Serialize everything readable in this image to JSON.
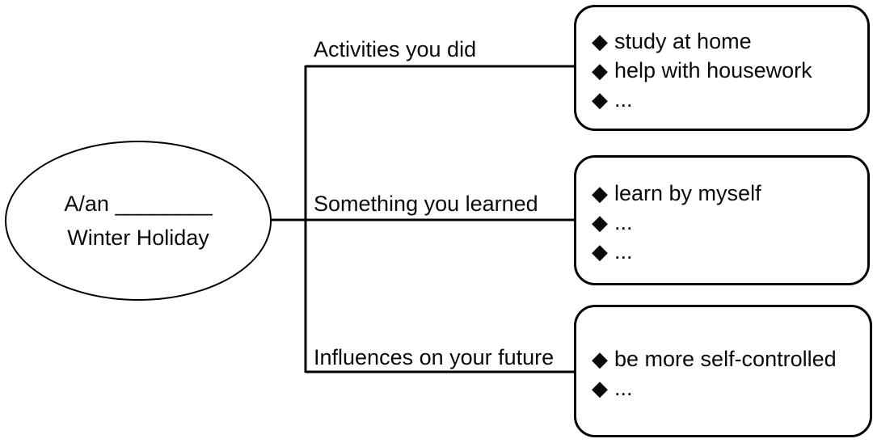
{
  "glyphs": {
    "diamond": "◆"
  },
  "central": {
    "line1": "A/an ________",
    "line2": "Winter Holiday"
  },
  "branches": [
    {
      "label": "Activities you did",
      "items": [
        "study at home",
        "help with housework",
        "..."
      ]
    },
    {
      "label": "Something you learned",
      "items": [
        "learn by myself",
        "...",
        "..."
      ]
    },
    {
      "label": "Influences on your future",
      "items": [
        "be more self-controlled",
        "..."
      ]
    }
  ],
  "colors": {
    "line": "#000000",
    "background": "#ffffff",
    "text": "#0a0a0a"
  }
}
